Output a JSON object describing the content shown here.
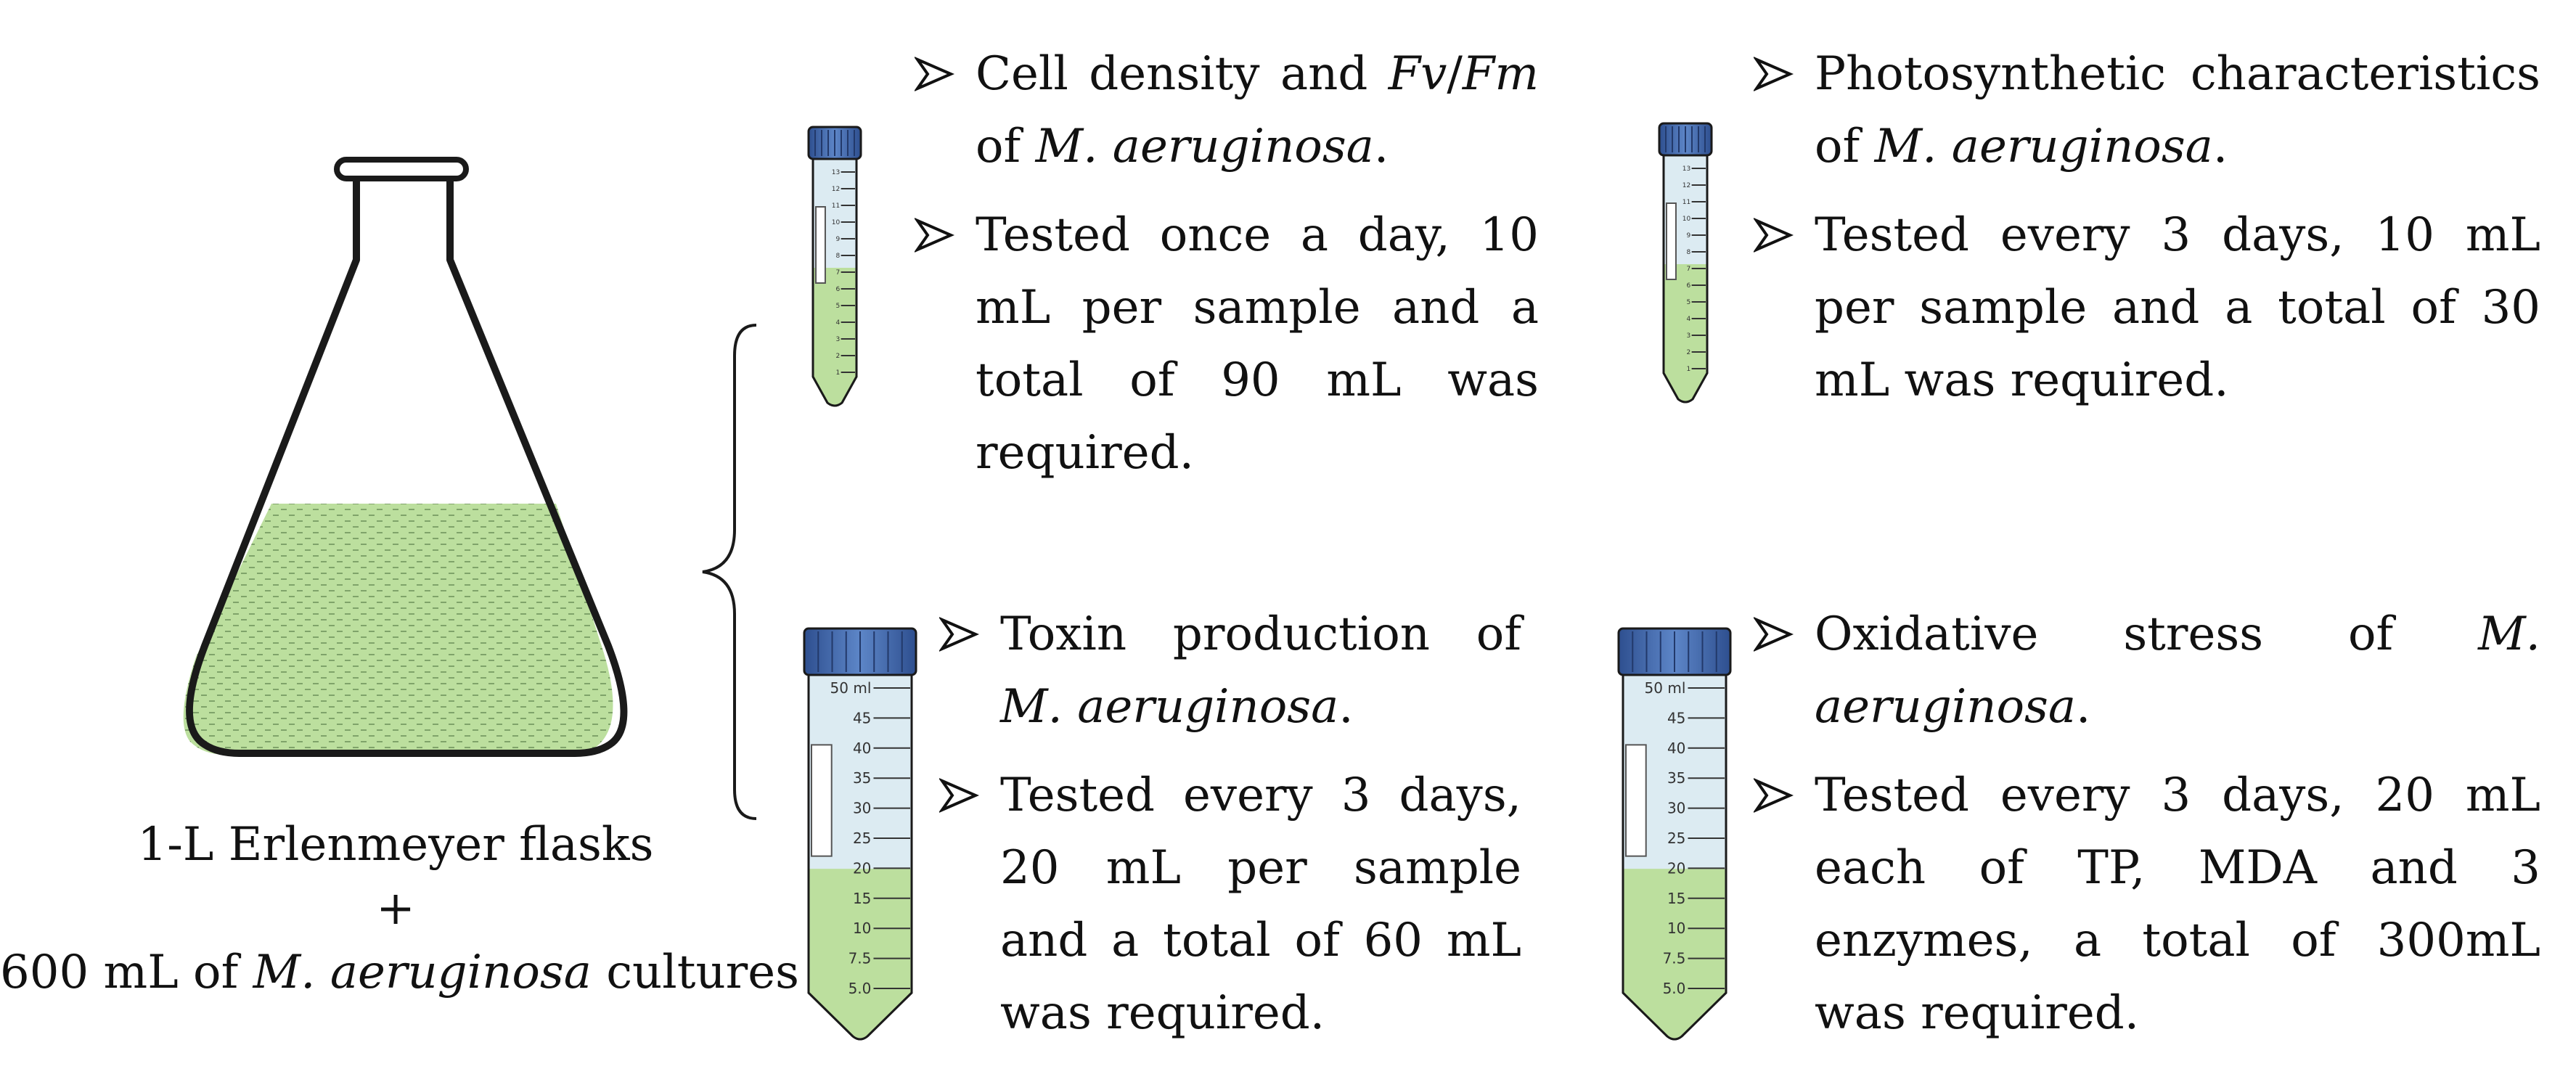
{
  "colors": {
    "culture_green": "#bcdf9e",
    "culture_dots": "#7fa36a",
    "tube_cap": "#3b61a8",
    "tube_body": "#dcebf2",
    "outline": "#1a1a1a"
  },
  "icons": [
    "erlenmeyer-flask-icon",
    "centrifuge-tube-icon",
    "curly-brace-icon",
    "arrowhead-bullet-icon"
  ],
  "flask_caption": {
    "line1": "1-L Erlenmeyer flasks",
    "line2": "+",
    "line3_prefix": "600 mL of ",
    "line3_species": "M. aeruginosa",
    "line3_suffix": " cultures"
  },
  "small_tube_labels": [
    "13",
    "12",
    "11",
    "10",
    "9",
    "8",
    "7",
    "6",
    "5",
    "4",
    "3",
    "2",
    "1"
  ],
  "large_tube_labels": [
    "50 ml",
    "45",
    "40",
    "35",
    "30",
    "25",
    "20",
    "15",
    "10",
    "7.5",
    "5.0"
  ],
  "panels": [
    {
      "name": "cell-density",
      "item1_prefix": "Cell density and ",
      "item1_italic_a": "Fv",
      "item1_slash": "/",
      "item1_italic_b": "Fm",
      "item1_mid": " of ",
      "item1_species": "M. aeruginosa",
      "item1_end": ".",
      "item2": "Tested once a day, 10 mL per sample and a total of 90 mL was required."
    },
    {
      "name": "photosynthetic",
      "item1_prefix": "Photosynthetic characteristics of ",
      "item1_species": "M. aeruginosa",
      "item1_end": ".",
      "item2": "Tested every 3 days, 10 mL per sample and a total of 30 mL was required."
    },
    {
      "name": "toxin",
      "item1_prefix": "Toxin production of ",
      "item1_species": "M. aeruginosa",
      "item1_end": ".",
      "item2": "Tested every 3 days, 20 mL per sample and a total of 60 mL was required."
    },
    {
      "name": "oxidative",
      "item1_prefix": "Oxidative stress of ",
      "item1_species": "M. aeruginosa",
      "item1_end": ".",
      "item2": "Tested every 3 days, 20 mL each of TP, MDA and 3 enzymes, a total of 300mL was required."
    }
  ]
}
